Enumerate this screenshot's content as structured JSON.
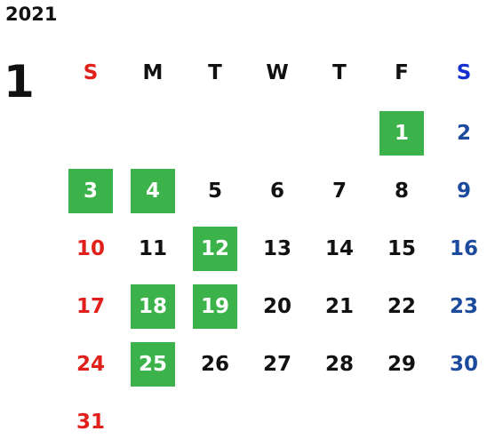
{
  "year": "2021",
  "month": "1",
  "weekdays": [
    "S",
    "M",
    "T",
    "W",
    "T",
    "F",
    "S"
  ],
  "first_weekday_index": 5,
  "days_in_month": 31,
  "highlighted_days": [
    1,
    3,
    4,
    12,
    18,
    19,
    25
  ],
  "colors": {
    "sunday": "#e0201a",
    "saturday_header": "#1530d0",
    "saturday": "#1c4a9c",
    "weekday": "#111111",
    "highlight_bg": "#3cb34a",
    "highlight_text": "#ffffff"
  }
}
